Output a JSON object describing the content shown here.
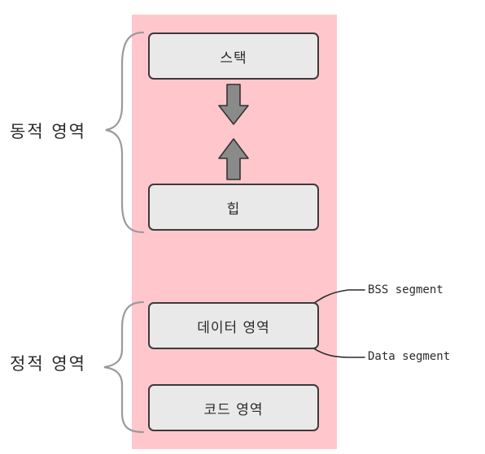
{
  "regions": {
    "dynamic": "동적 영역",
    "static": "정적 영역"
  },
  "segments": {
    "stack": "스택",
    "heap": "힙",
    "data": "데이터 영역",
    "code": "코드 영역"
  },
  "annotations": {
    "bss": "BSS segment",
    "data_segment": "Data segment"
  },
  "colors": {
    "memory_background": "#ffc7cc",
    "box_fill": "#e9e9e9",
    "arrow_fill": "#8a8a8a",
    "brace": "#9a9a9a"
  }
}
